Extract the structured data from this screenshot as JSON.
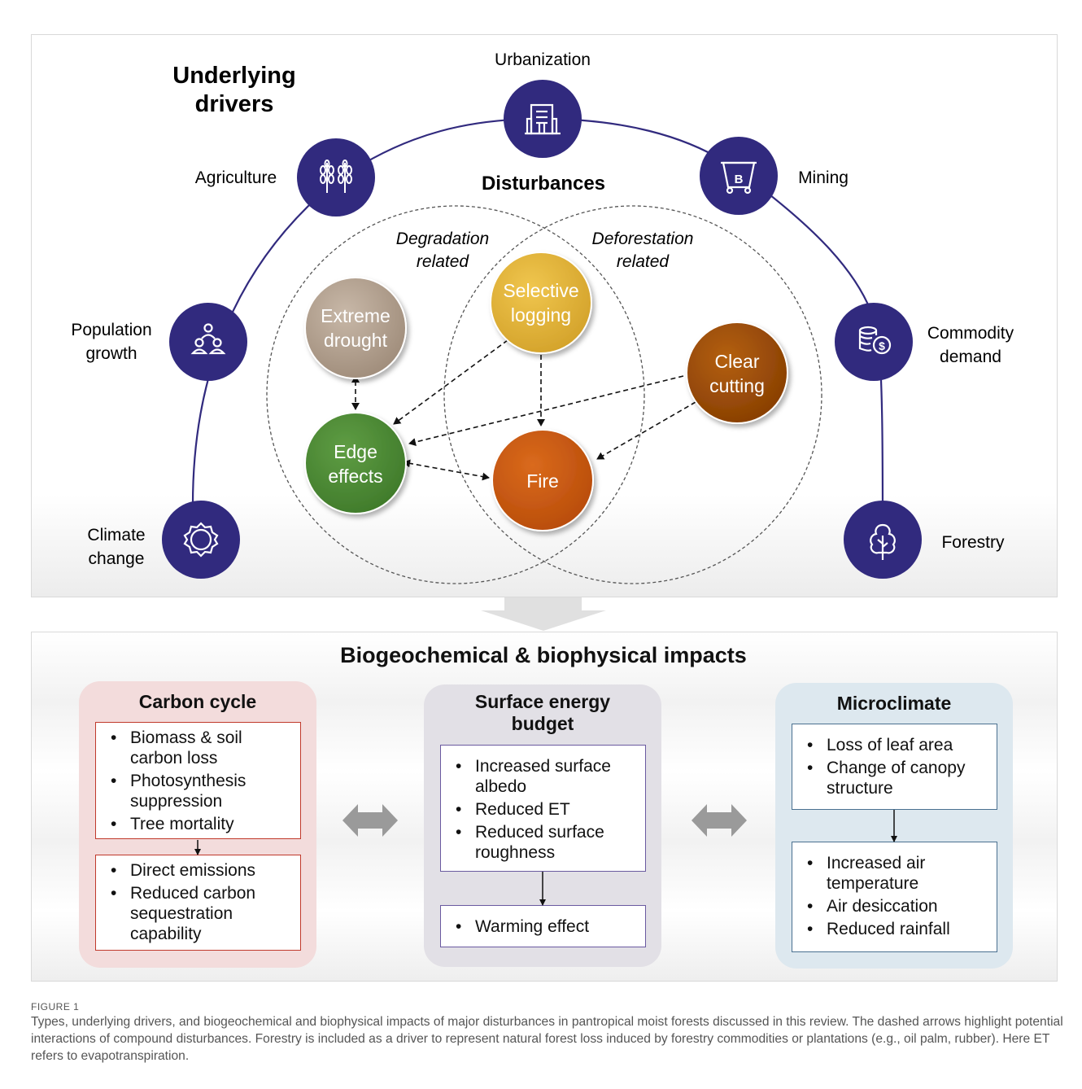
{
  "drivers": {
    "title_line1": "Underlying",
    "title_line2": "drivers",
    "items": [
      {
        "label": "Urbanization",
        "icon": "building-icon"
      },
      {
        "label": "Agriculture",
        "icon": "wheat-icon"
      },
      {
        "label": "Mining",
        "icon": "mine-cart-bitcoin-icon"
      },
      {
        "label_line1": "Population",
        "label_line2": "growth",
        "icon": "people-icon"
      },
      {
        "label_line1": "Commodity",
        "label_line2": "demand",
        "icon": "coins-dollar-icon"
      },
      {
        "label_line1": "Climate",
        "label_line2": "change",
        "icon": "sun-gear-icon"
      },
      {
        "label": "Forestry",
        "icon": "tree-icon"
      }
    ]
  },
  "disturbances": {
    "title": "Disturbances",
    "degradation": {
      "line1": "Degradation",
      "line2": "related"
    },
    "deforestation": {
      "line1": "Deforestation",
      "line2": "related"
    },
    "nodes": {
      "extreme_drought": {
        "line1": "Extreme",
        "line2": "drought",
        "color": "#b29f8e"
      },
      "selective_logging": {
        "line1": "Selective",
        "line2": "logging",
        "color": "#e2b43a"
      },
      "clear_cutting": {
        "line1": "Clear",
        "line2": "cutting",
        "color": "#9a4a06"
      },
      "edge_effects": {
        "line1": "Edge",
        "line2": "effects",
        "color": "#4e8a34"
      },
      "fire": {
        "line1": "Fire",
        "color": "#c8560f"
      }
    }
  },
  "impacts": {
    "title": "Biogeochemical & biophysical impacts",
    "carbon_cycle": {
      "title": "Carbon cycle",
      "box1": [
        {
          "l1": "Biomass & soil",
          "l2": "carbon loss"
        },
        {
          "l1": "Photosynthesis",
          "l2": "suppression"
        },
        {
          "l1": "Tree mortality"
        }
      ],
      "box2": [
        {
          "l1": "Direct emissions"
        },
        {
          "l1": "Reduced carbon",
          "l2": "sequestration",
          "l3": "capability"
        }
      ]
    },
    "surface_energy": {
      "title_line1": "Surface energy",
      "title_line2": "budget",
      "box1": [
        {
          "l1": "Increased surface",
          "l2": "albedo"
        },
        {
          "l1": "Reduced ET"
        },
        {
          "l1": "Reduced surface",
          "l2": "roughness"
        }
      ],
      "box2": [
        {
          "l1": "Warming effect"
        }
      ]
    },
    "microclimate": {
      "title": "Microclimate",
      "box1": [
        {
          "l1": "Loss of leaf area"
        },
        {
          "l1": "Change of canopy",
          "l2": "structure"
        }
      ],
      "box2": [
        {
          "l1": "Increased air",
          "l2": "temperature"
        },
        {
          "l1": "Air desiccation"
        },
        {
          "l1": "Reduced rainfall"
        }
      ]
    },
    "colors": {
      "carbon": "#f3dcdc",
      "energy": "#e2e0e6",
      "micro": "#dde8ef",
      "box_border_carbon": "#c0392b",
      "box_border_energy": "#6a5aa0",
      "box_border_micro": "#4a7090",
      "driver_circle": "#312a7e"
    }
  },
  "caption": {
    "label": "FIGURE 1",
    "text": "Types, underlying drivers, and biogeochemical and biophysical impacts of major disturbances in pantropical moist forests discussed in this review. The dashed arrows highlight potential interactions of compound disturbances. Forestry is included as a driver to represent natural forest loss induced by forestry commodities or plantations (e.g., oil palm, rubber). Here ET refers to evapotranspiration."
  }
}
